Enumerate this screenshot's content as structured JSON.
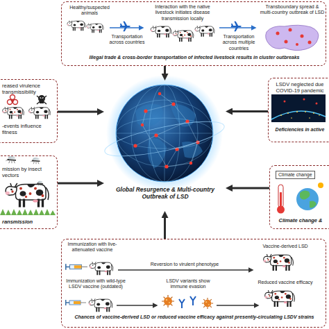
{
  "diagram": {
    "nodes": [
      {
        "text": [
          "Healthy/suspected animals",
          "Transportation across countries",
          "Interaction with the native livestock initiates disease transmission locally",
          "Transportation across multiple countries",
          "Transboundary spread & multi-country outbreak of LSD",
          "Illegal trade & cross-border transportation of infected livestock results in cluster outbreaks"
        ]
      },
      {
        "text": [
          "reased virulence transmissibility",
          "-events influence fitness"
        ]
      },
      {
        "text": [
          "LSDV neglected due COVID-19 pandemic",
          "Deficiencies in active"
        ]
      },
      {
        "text": [
          "Global Resurgence & Multi-country Outbreak of LSD"
        ]
      },
      {
        "text": [
          "mission by insect vectors",
          "ransmission"
        ]
      },
      {
        "text": [
          "Climate change &"
        ]
      },
      {
        "text": [
          "Climate change"
        ],
        "in": 5
      },
      {
        "text": [
          "Immunization with live-attenuated vaccine",
          "Reversion to virulent phenotype",
          "Vaccine-derived LSD",
          "Immunization with wild-type LSDV vaccine (outdated)",
          "LSDV variants show immune evasion",
          "Reduced vaccine efficacy",
          "Chances of vaccine-derived LSD or reduced vaccine efficacy against presently-circulating LSDV strains"
        ]
      }
    ],
    "edges": [
      {
        "from": 0,
        "to": 3,
        "arrow": "to"
      },
      {
        "from": 1,
        "to": 3,
        "arrow": "to"
      },
      {
        "from": 2,
        "to": 3,
        "arrow": "to"
      },
      {
        "from": 4,
        "to": 3,
        "arrow": "to"
      },
      {
        "from": 5,
        "to": 3,
        "arrow": "to"
      },
      {
        "from": 7,
        "to": 3,
        "arrow": "to"
      }
    ]
  }
}
